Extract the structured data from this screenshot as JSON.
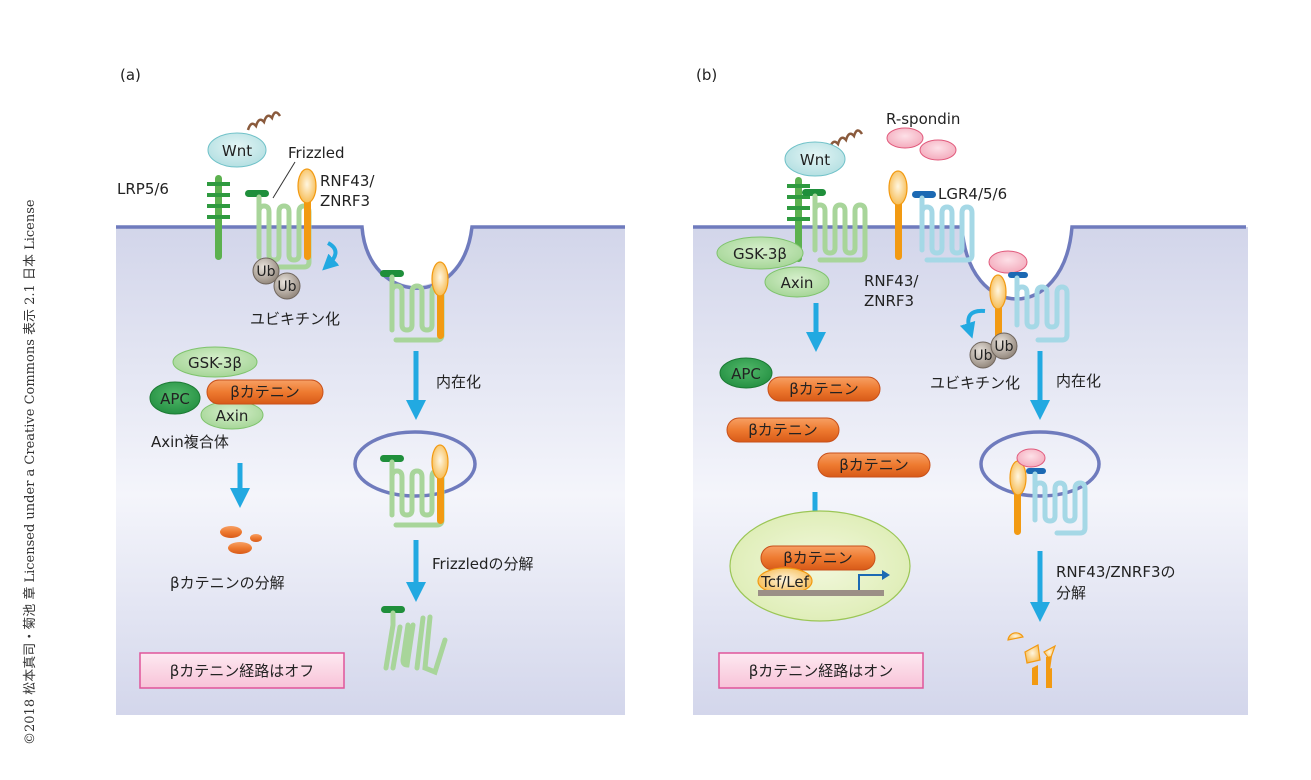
{
  "credit": "©2018 松本真司・菊池 章 Licensed under a Creative Commons 表示 2.1 日本 License",
  "colors": {
    "membrane": "#6f7bbd",
    "cytoplasm_top": "#d2d5ea",
    "cytoplasm_bottom": "#f3f4fa",
    "frizzled": "#a8d59a",
    "lrp": "#5cb14f",
    "crd": "#1f8f3b",
    "rnf43": "#f29a12",
    "lgr": "#a5d8e6",
    "lgr_cap": "#1c69b3",
    "arrow": "#22a9e1",
    "beta_catenin": "#ea6d28",
    "axin_complex": "#a8d89c",
    "apc": "#2a9b4c",
    "wnt": "#bfe5e8",
    "rspondin": "#f2b5c4",
    "ub": "#a69a8f",
    "pathway_box": "#fbd3e3",
    "pathway_box_border": "#e0559a",
    "nucleus": "#e5f0c4",
    "nucleus_border": "#9bc656"
  },
  "panel_a": {
    "label": "(a)",
    "wnt": "Wnt",
    "lrp": "LRP5/6",
    "frizzled": "Frizzled",
    "rnf43_line1": "RNF43/",
    "rnf43_line2": "ZNRF3",
    "ub": "Ub",
    "ubiquitination": "ユビキチン化",
    "gsk": "GSK-3β",
    "apc": "APC",
    "beta_catenin": "βカテニン",
    "axin": "Axin",
    "axin_complex": "Axin複合体",
    "beta_degradation": "βカテニンの分解",
    "internalization": "内在化",
    "frizzled_degradation": "Frizzledの分解",
    "pathway_status": "βカテニン経路はオフ"
  },
  "panel_b": {
    "label": "(b)",
    "wnt": "Wnt",
    "rspondin": "R-spondin",
    "lgr": "LGR4/5/6",
    "gsk": "GSK-3β",
    "axin": "Axin",
    "rnf43_line1": "RNF43/",
    "rnf43_line2": "ZNRF3",
    "apc": "APC",
    "beta_catenin": "βカテニン",
    "ub": "Ub",
    "ubiquitination": "ユビキチン化",
    "internalization": "内在化",
    "tcf": "Tcf/Lef",
    "rnf_degradation_line1": "RNF43/ZNRF3の",
    "rnf_degradation_line2": "分解",
    "pathway_status": "βカテニン経路はオン"
  }
}
